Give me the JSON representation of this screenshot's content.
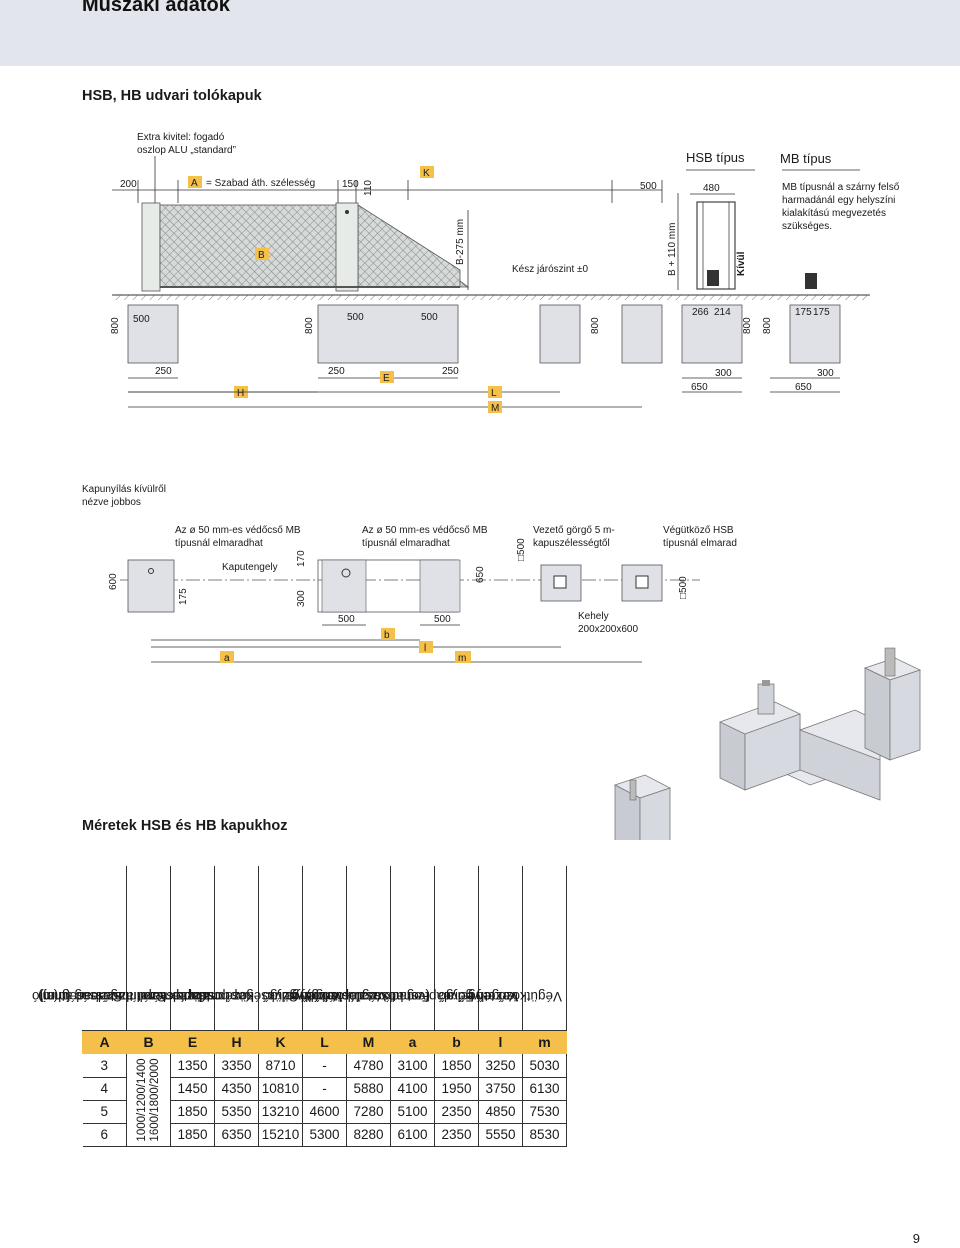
{
  "header": {
    "title": "Műszaki adatok",
    "subtitle": "HSB, HB udvari tolókapuk"
  },
  "diagram1": {
    "extra_note_line1": "Extra kivitel: fogadó",
    "extra_note_line2": "oszlop ALU „standard”",
    "hsb_type": "HSB típus",
    "mb_type": "MB típus",
    "mb_note": [
      "MB típusnál a szárny felső",
      "harmadánál egy helyszíni",
      "kialakítású megvezetés",
      "szükséges."
    ],
    "dim_200": "200",
    "label_A": "A",
    "a_meaning": "= Szabad áth. szélesség",
    "dim_150": "150",
    "dim_110": "110",
    "label_K": "K",
    "dim_500_top": "500",
    "dim_480": "480",
    "label_B": "B",
    "b_minus": "B-275 mm",
    "b_plus": "B + 110 mm",
    "ground": "Kész járószint ±0",
    "kivul": "Kívül",
    "d800": "800",
    "d500": "500",
    "d266": "266",
    "d214": "214",
    "d175": "175",
    "d250": "250",
    "label_H": "H",
    "label_E": "E",
    "label_L": "L",
    "label_M": "M",
    "d650": "650",
    "d300": "300"
  },
  "diagram2": {
    "view_note_line1": "Kapunyílás kívülről",
    "view_note_line2": "nézve jobbos",
    "protect1_line1": "Az ø 50 mm-es védőcső MB",
    "protect1_line2": "típusnál elmaradhat",
    "protect2_line1": "Az ø 50 mm-es védőcső MB",
    "protect2_line2": "típusnál elmaradhat",
    "roller_line1": "Vezető görgő 5 m-",
    "roller_line2": "kapuszélességtől",
    "stop_line1": "Végütköző HSB",
    "stop_line2": "típusnál elmarad",
    "axis": "Kaputengely",
    "d600": "600",
    "d175": "175",
    "d170": "170",
    "d300": "300",
    "d650": "650",
    "d500": "500",
    "sq500": "□500",
    "label_a": "a",
    "label_b": "b",
    "label_l": "l",
    "label_m": "m",
    "socket_line1": "Kehely",
    "socket_line2": "200x200x600"
  },
  "table": {
    "title": "Méretek HSB és HB kapukhoz",
    "headers": [
      [
        "Szabad áthajtó",
        "szélesség (m)"
      ],
      [
        "Szállítható",
        "kapumagasság (mm)"
      ],
      [
        "Középméret az",
        "alaptesten"
      ],
      [
        "Kapuoszlopok",
        "középmérete"
      ],
      [
        "Szükséges hossz"
      ],
      [
        "Vezető görgő",
        "tengelye"
      ],
      [
        "Végütköző tengelye"
      ],
      [
        "Fogadó oszlop tengelye",
        "(vonatkoztatási éltől)"
      ],
      [
        "Fő alaptest hossz"
      ],
      [
        "Vezető görgő",
        "tengelye"
      ],
      [
        "Végütköző tengelye"
      ]
    ],
    "letters": [
      "A",
      "B",
      "E",
      "H",
      "K",
      "L",
      "M",
      "a",
      "b",
      "l",
      "m"
    ],
    "heights_line1": "1000/1200/1400",
    "heights_line2": "1600/1800/2000",
    "rows": [
      [
        "3",
        "1350",
        "3350",
        "8710",
        "-",
        "4780",
        "3100",
        "1850",
        "3250",
        "5030"
      ],
      [
        "4",
        "1450",
        "4350",
        "10810",
        "-",
        "5880",
        "4100",
        "1950",
        "3750",
        "6130"
      ],
      [
        "5",
        "1850",
        "5350",
        "13210",
        "4600",
        "7280",
        "5100",
        "2350",
        "4850",
        "7530"
      ],
      [
        "6",
        "1850",
        "6350",
        "15210",
        "5300",
        "8280",
        "6100",
        "2350",
        "5550",
        "8530"
      ]
    ]
  },
  "page_number": "9"
}
